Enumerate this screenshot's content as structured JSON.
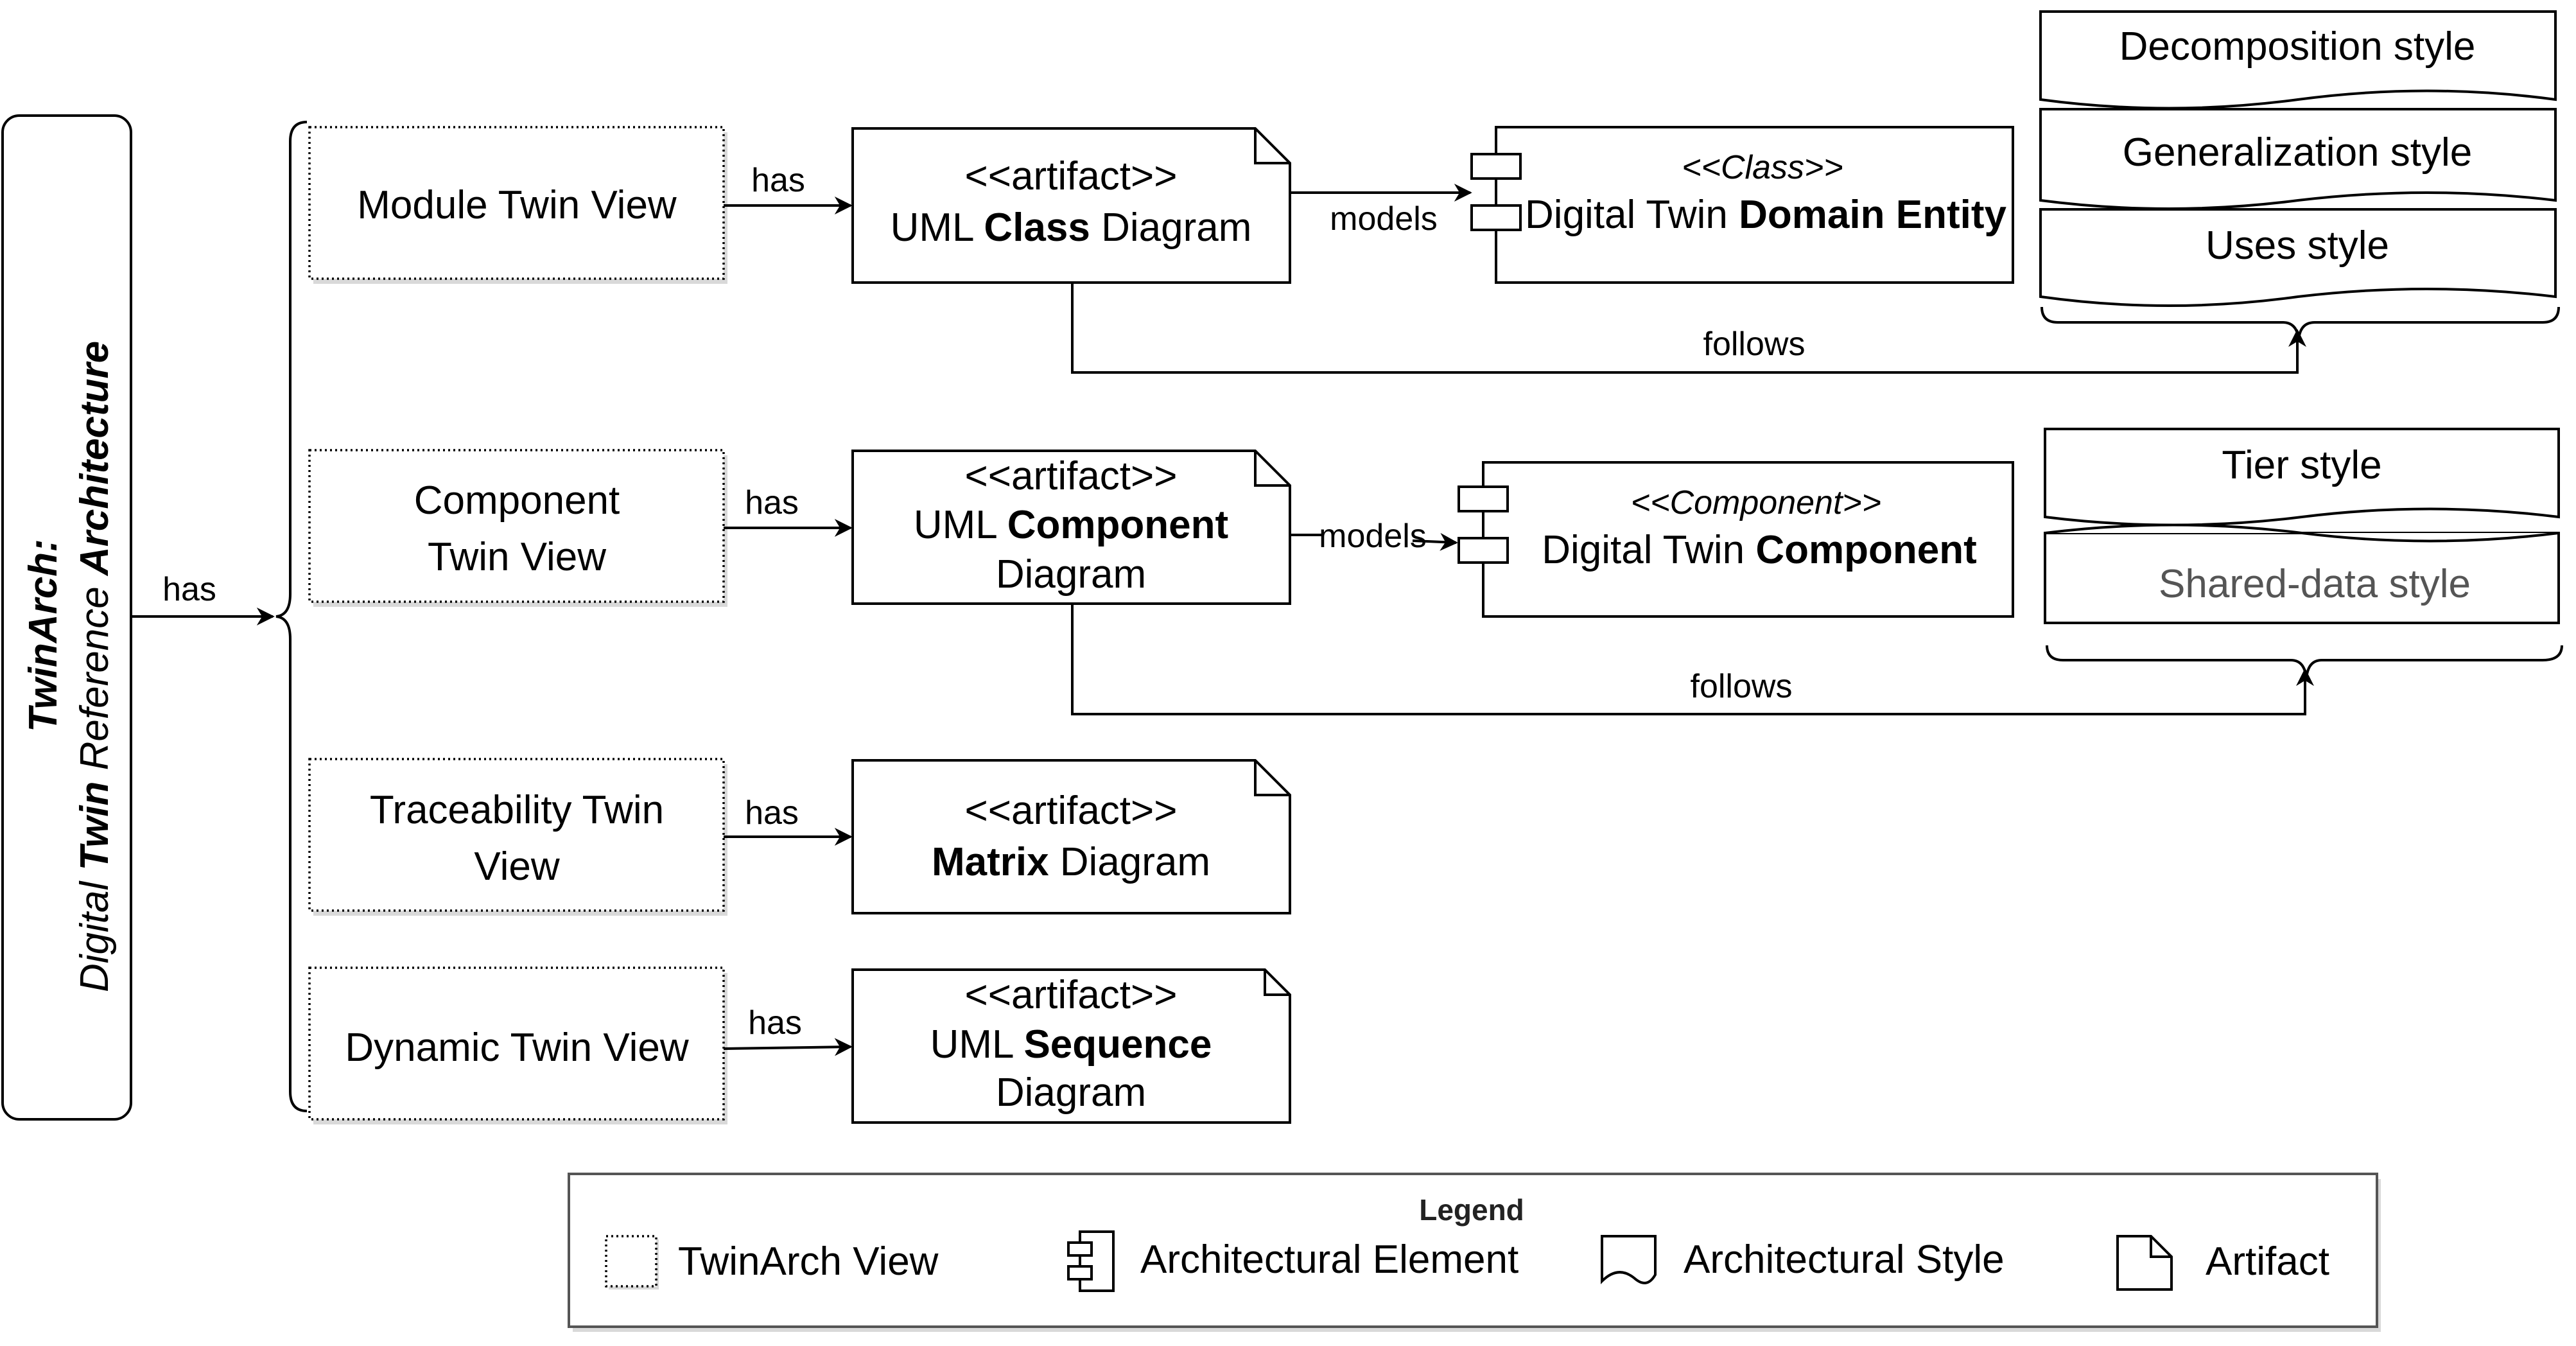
{
  "root": {
    "title_line1": "TwinArch:",
    "title_line2_parts": [
      "Digital ",
      "Twin",
      " Reference ",
      "Architecture"
    ]
  },
  "edges": {
    "has": "has",
    "models": "models",
    "follows": "follows"
  },
  "views": [
    {
      "lines": [
        "Module Twin View"
      ]
    },
    {
      "lines": [
        "Component",
        "Twin View"
      ]
    },
    {
      "lines": [
        "Traceability Twin",
        "View"
      ]
    },
    {
      "lines": [
        "Dynamic Twin View"
      ]
    }
  ],
  "artifacts": [
    {
      "stereotype": "<<artifact>>",
      "line2": [
        "UML ",
        "Class",
        " Diagram"
      ],
      "line3": ""
    },
    {
      "stereotype": "<<artifact>>",
      "line2": [
        "UML ",
        "Component",
        ""
      ],
      "line3": "Diagram"
    },
    {
      "stereotype": "<<artifact>>",
      "line2": [
        "",
        "Matrix",
        " Diagram"
      ],
      "line3": ""
    },
    {
      "stereotype": "<<artifact>>",
      "line2": [
        "UML ",
        "Sequence",
        ""
      ],
      "line3": "Diagram"
    }
  ],
  "elements": [
    {
      "stereotype": "<<Class>>",
      "name": [
        "Digital Twin ",
        "Domain Entity"
      ]
    },
    {
      "stereotype": "<<Component>>",
      "name": [
        "Digital Twin ",
        "Component"
      ]
    }
  ],
  "styles": {
    "group1": [
      "Decomposition style",
      "Generalization style",
      "Uses style"
    ],
    "group2": [
      "Tier style",
      "Shared-data style"
    ]
  },
  "legend": {
    "title": "Legend",
    "items": [
      "TwinArch View",
      "Architectural Element",
      "Architectural Style",
      "Artifact"
    ]
  }
}
